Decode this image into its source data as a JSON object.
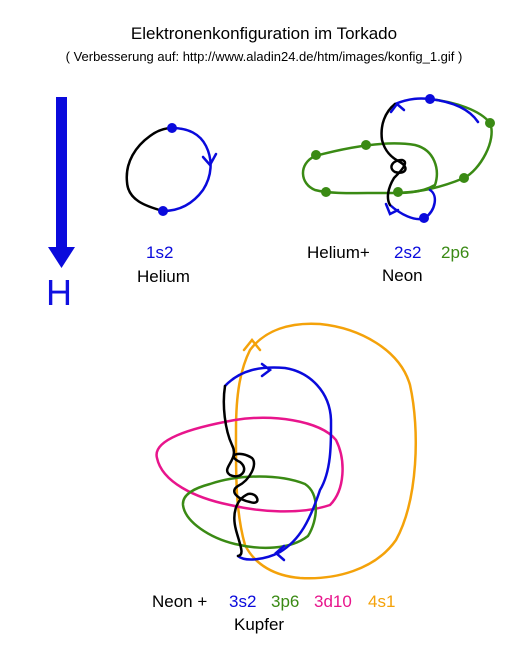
{
  "title": "Elektronenkonfiguration im Torkado",
  "subtitle": "( Verbesserung auf: http://www.aladin24.de/htm/images/konfig_1.gif )",
  "arrow_label": "H",
  "colors": {
    "s": "#0a0adc",
    "p": "#3a8a14",
    "d": "#e8158c",
    "s_outer": "#f4a20a",
    "core": "#000000",
    "arrow": "#0a0adc"
  },
  "helium": {
    "orbital": "1s2",
    "name": "Helium"
  },
  "neon": {
    "prefix": "Helium+",
    "orbitals": [
      "2s2",
      "2p6"
    ],
    "name": "Neon"
  },
  "kupfer": {
    "prefix": "Neon +",
    "orbitals": [
      "3s2",
      "3p6",
      "3d10",
      "4s1"
    ],
    "name": "Kupfer"
  }
}
